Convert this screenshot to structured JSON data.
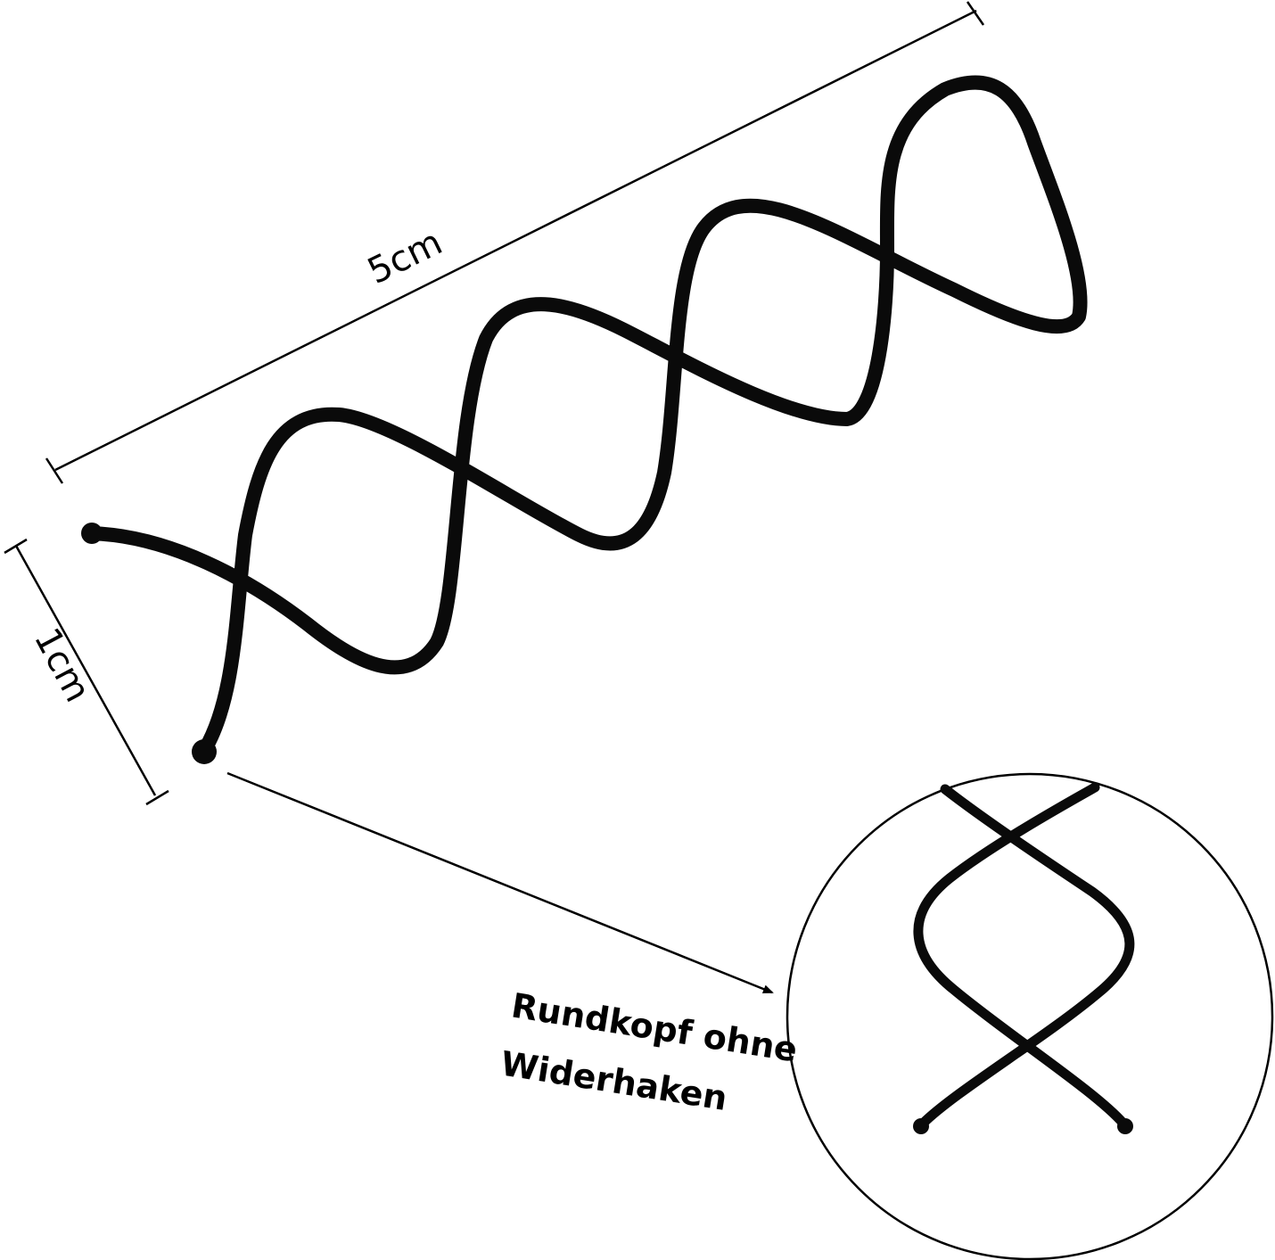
{
  "colors": {
    "background": "#ffffff",
    "wire": "#000000",
    "lines": "#000000"
  },
  "dimensions": {
    "length_label": "5cm",
    "width_label": "1cm"
  },
  "detail": {
    "caption_line1": "Rundkopf ohne",
    "caption_line2": "Widerhaken"
  }
}
